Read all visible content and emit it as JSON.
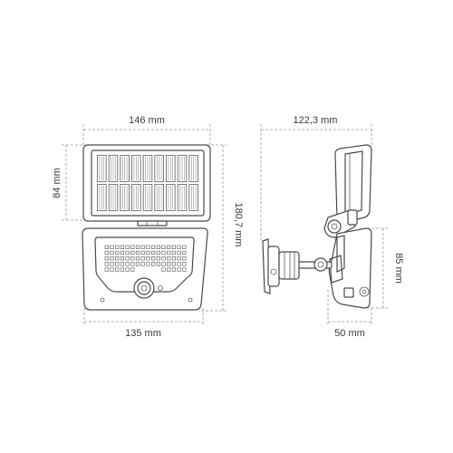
{
  "dimensions": {
    "front_width_top": "146 mm",
    "front_panel_height": "84 mm",
    "front_total_height": "180,7 mm",
    "front_width_bottom": "135 mm",
    "side_depth_top": "122,3 mm",
    "side_lamp_height": "85 mm",
    "side_lamp_depth": "50 mm"
  },
  "colors": {
    "line": "#4a4a4a",
    "dimension": "#9a9a9a",
    "text": "#3a3a3a"
  }
}
